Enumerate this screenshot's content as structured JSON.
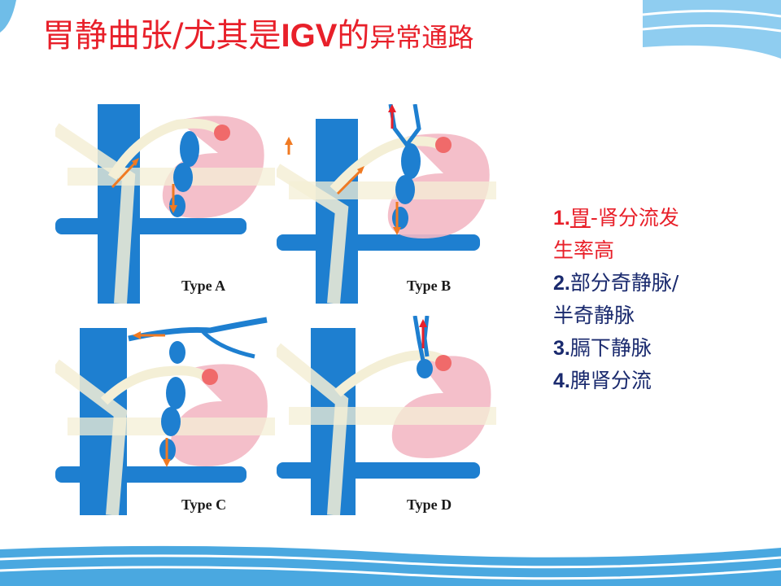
{
  "title": {
    "part1": "胃静曲张/尤其是",
    "part2": "IGV",
    "part3": "的",
    "part4": "异常通路"
  },
  "panels": [
    {
      "label": "Type A"
    },
    {
      "label": "Type B"
    },
    {
      "label": "Type C"
    },
    {
      "label": "Type D"
    }
  ],
  "notes": [
    {
      "num": "1.",
      "lines": [
        "胃",
        "-肾分流发",
        "生率高"
      ],
      "color": "#e8202a"
    },
    {
      "num": "2.",
      "lines": [
        "部分奇静脉/",
        "半奇静脉"
      ],
      "color": "#1a2a6e"
    },
    {
      "num": "3.",
      "lines": [
        "膈下静脉"
      ],
      "color": "#1a2a6e"
    },
    {
      "num": "4.",
      "lines": [
        "脾肾分流"
      ],
      "color": "#1a2a6e"
    }
  ],
  "colors": {
    "title": "#e8202a",
    "vein": "#1e7fd0",
    "stomach": "#f3b8c4",
    "arrow": "#f07a22",
    "wave": "#4aa8e0"
  }
}
